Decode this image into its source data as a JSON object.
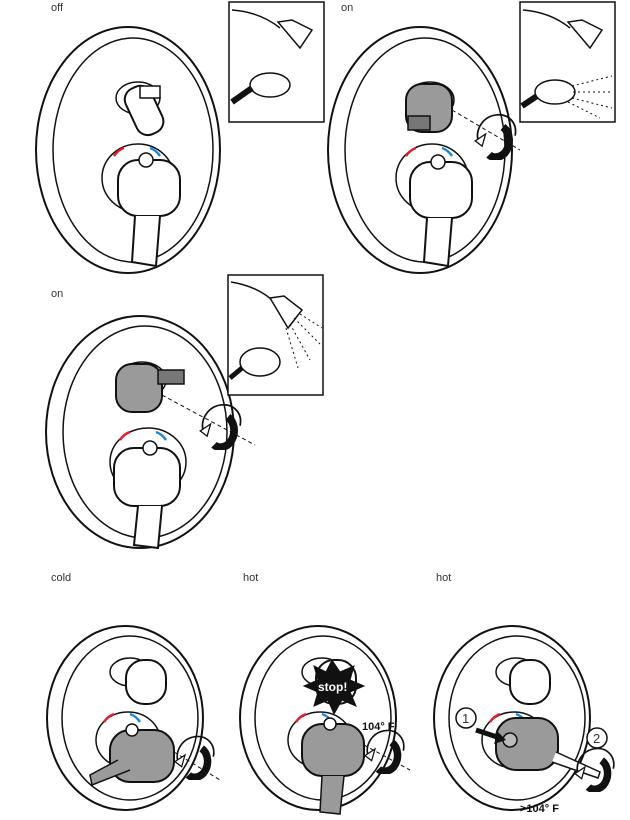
{
  "labels": {
    "p1": "off",
    "p2": "on",
    "p3": "on",
    "p4": "cold",
    "p5": "hot",
    "p6": "hot"
  },
  "temps": {
    "p5": "104° F",
    "p6": ">104° F"
  },
  "stop_text": "stop!",
  "steps": [
    "1",
    "2"
  ],
  "colors": {
    "line": "#111111",
    "gray_knob": "#9a9a9a",
    "red_mark": "#e11d2e",
    "blue_mark": "#1e86d8"
  },
  "icons": [
    "shower-head-icon",
    "hand-shower-icon",
    "rotate-arrow-icon",
    "water-spray-icon"
  ]
}
